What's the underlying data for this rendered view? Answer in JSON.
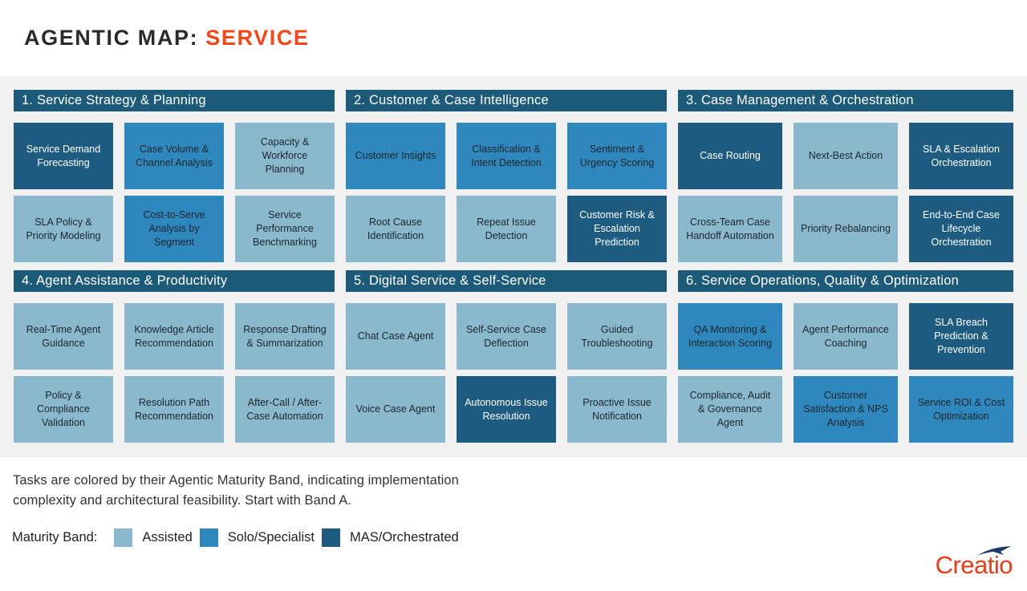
{
  "title": {
    "prefix": "AGENTIC MAP: ",
    "highlight": "SERVICE"
  },
  "colors": {
    "accent": "#fb4516",
    "header": "#1c5a7a",
    "assisted": "#8ab9ce",
    "solo": "#2e87bd",
    "mas": "#1d5c80",
    "band_bg": "#f1f1f1",
    "logo_red": "#f23917",
    "logo_arrow_blue": "#20396b"
  },
  "sections": [
    {
      "title": "1. Service Strategy & Planning",
      "cards": [
        {
          "label": "Service Demand Forecasting",
          "band": "mas"
        },
        {
          "label": "Case Volume & Channel Analysis",
          "band": "solo"
        },
        {
          "label": "Capacity & Workforce Planning",
          "band": "assisted"
        },
        {
          "label": "SLA Policy & Priority Modeling",
          "band": "assisted"
        },
        {
          "label": "Cost-to-Serve Analysis by Segment",
          "band": "solo"
        },
        {
          "label": "Service Performance Benchmarking",
          "band": "assisted"
        }
      ]
    },
    {
      "title": "2. Customer & Case Intelligence",
      "cards": [
        {
          "label": "Customer Insights",
          "band": "solo"
        },
        {
          "label": "Classification & Intent Detection",
          "band": "solo"
        },
        {
          "label": "Sentiment & Urgency Scoring",
          "band": "solo"
        },
        {
          "label": "Root Cause Identification",
          "band": "assisted"
        },
        {
          "label": "Repeat Issue Detection",
          "band": "assisted"
        },
        {
          "label": "Customer Risk & Escalation Prediction",
          "band": "mas"
        }
      ]
    },
    {
      "title": "3. Case Management & Orchestration",
      "cards": [
        {
          "label": "Case Routing",
          "band": "mas"
        },
        {
          "label": "Next-Best Action",
          "band": "assisted"
        },
        {
          "label": "SLA & Escalation Orchestration",
          "band": "mas"
        },
        {
          "label": "Cross-Team Case Handoff Automation",
          "band": "assisted"
        },
        {
          "label": "Priority Rebalancing",
          "band": "assisted"
        },
        {
          "label": "End-to-End Case Lifecycle Orchestration",
          "band": "mas"
        }
      ]
    },
    {
      "title": "4. Agent Assistance & Productivity",
      "cards": [
        {
          "label": "Real-Time Agent Guidance",
          "band": "assisted"
        },
        {
          "label": "Knowledge Article Recommendation",
          "band": "assisted"
        },
        {
          "label": "Response Drafting & Summarization",
          "band": "assisted"
        },
        {
          "label": "Policy & Compliance Validation",
          "band": "assisted"
        },
        {
          "label": "Resolution Path Recommendation",
          "band": "assisted"
        },
        {
          "label": "After-Call / After-Case Automation",
          "band": "assisted"
        }
      ]
    },
    {
      "title": "5. Digital Service & Self-Service",
      "cards": [
        {
          "label": "Chat Case Agent",
          "band": "assisted"
        },
        {
          "label": "Self-Service Case Deflection",
          "band": "assisted"
        },
        {
          "label": "Guided Troubleshooting",
          "band": "assisted"
        },
        {
          "label": "Voice Case Agent",
          "band": "assisted"
        },
        {
          "label": "Autonomous Issue Resolution",
          "band": "mas"
        },
        {
          "label": "Proactive Issue Notification",
          "band": "assisted"
        }
      ]
    },
    {
      "title": "6. Service Operations, Quality & Optimization",
      "cards": [
        {
          "label": "QA Monitoring & Interaction Scoring",
          "band": "solo"
        },
        {
          "label": "Agent Performance Coaching",
          "band": "assisted"
        },
        {
          "label": "SLA Breach Prediction & Prevention",
          "band": "mas"
        },
        {
          "label": "Compliance, Audit & Governance Agent",
          "band": "assisted"
        },
        {
          "label": "Customer Satisfaction & NPS Analysis",
          "band": "solo"
        },
        {
          "label": "Service ROI & Cost Optimization",
          "band": "solo"
        }
      ]
    }
  ],
  "footer": {
    "note_lines": [
      "Tasks are colored by their Agentic Maturity Band, indicating implementation",
      "complexity and architectural feasibility. Start with Band A."
    ],
    "legend_label": "Maturity Band:",
    "legend": [
      {
        "label": "Assisted",
        "band": "assisted"
      },
      {
        "label": "Solo/Specialist",
        "band": "solo"
      },
      {
        "label": "MAS/Orchestrated",
        "band": "mas"
      }
    ]
  },
  "logo": {
    "text": "Creatio"
  }
}
